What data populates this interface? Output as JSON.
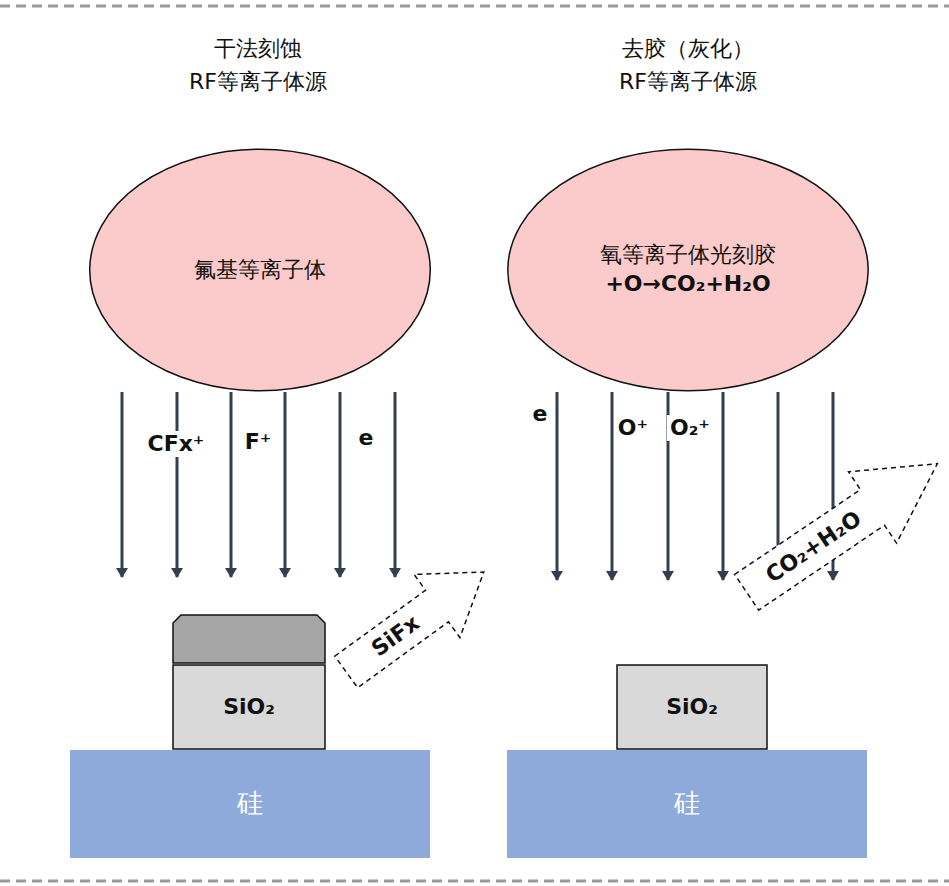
{
  "diagram": {
    "nodes": [
      {
        "text": [
          "氟基等离子体"
        ]
      },
      {
        "text": [
          "SiFx"
        ]
      },
      {
        "text": [
          "SiO₂"
        ]
      },
      {
        "text": [
          "硅"
        ]
      },
      {
        "text": [
          "氧等离子体光刻胶",
          "+O→CO₂+H₂O"
        ]
      },
      {
        "text": [
          "CO₂+H₂O"
        ]
      },
      {
        "text": [
          "SiO₂"
        ]
      },
      {
        "text": [
          "硅"
        ]
      }
    ],
    "labels": [
      "干法刻蚀",
      "RF等离子体源",
      "去胶（灰化）",
      "RF等离子体源",
      "CFx⁺",
      "F⁺",
      "e",
      "e",
      "O⁺",
      "O₂⁺"
    ]
  }
}
